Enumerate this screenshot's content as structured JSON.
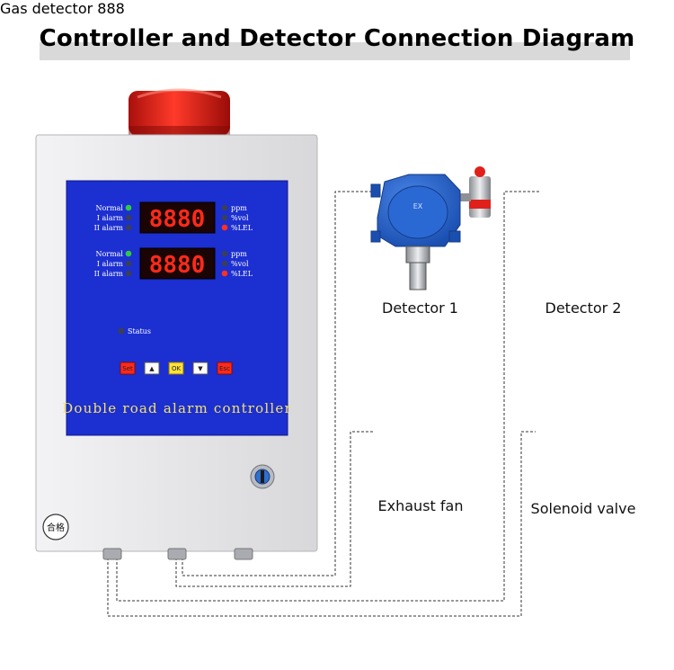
{
  "title": "Controller and Detector Connection Diagram",
  "controller": {
    "channel1": {
      "indicators": [
        "Normal",
        "I alarm",
        "II alarm"
      ],
      "units": [
        "ppm",
        "%vol",
        "%LEL"
      ],
      "display": "8880"
    },
    "channel2": {
      "indicators": [
        "Normal",
        "I alarm",
        "II alarm"
      ],
      "units": [
        "ppm",
        "%vol",
        "%LEL"
      ],
      "display": "8880"
    },
    "status_label": "Status",
    "buttons": [
      "Set",
      "▲",
      "OK",
      "▼",
      "Esc"
    ],
    "name": "Double road alarm controller",
    "qc_seal": "合格"
  },
  "devices": {
    "detector1": {
      "label": "Detector 1",
      "badge": "EX"
    },
    "detector2": {
      "label": "Detector 2",
      "screen_text": "Gas detector"
    },
    "exhaust_fan": {
      "label": "Exhaust fan"
    },
    "solenoid_valve": {
      "label": "Solenoid valve"
    }
  },
  "colors": {
    "panel_blue": "#1c2fd0",
    "housing": "#e6e6e8",
    "detector_blue": "#1f5fc4",
    "alarm_red": "#e0201a",
    "led_green": "#2ecc40",
    "led_red": "#ff3020",
    "seven_segment": "#ff2a1a"
  }
}
